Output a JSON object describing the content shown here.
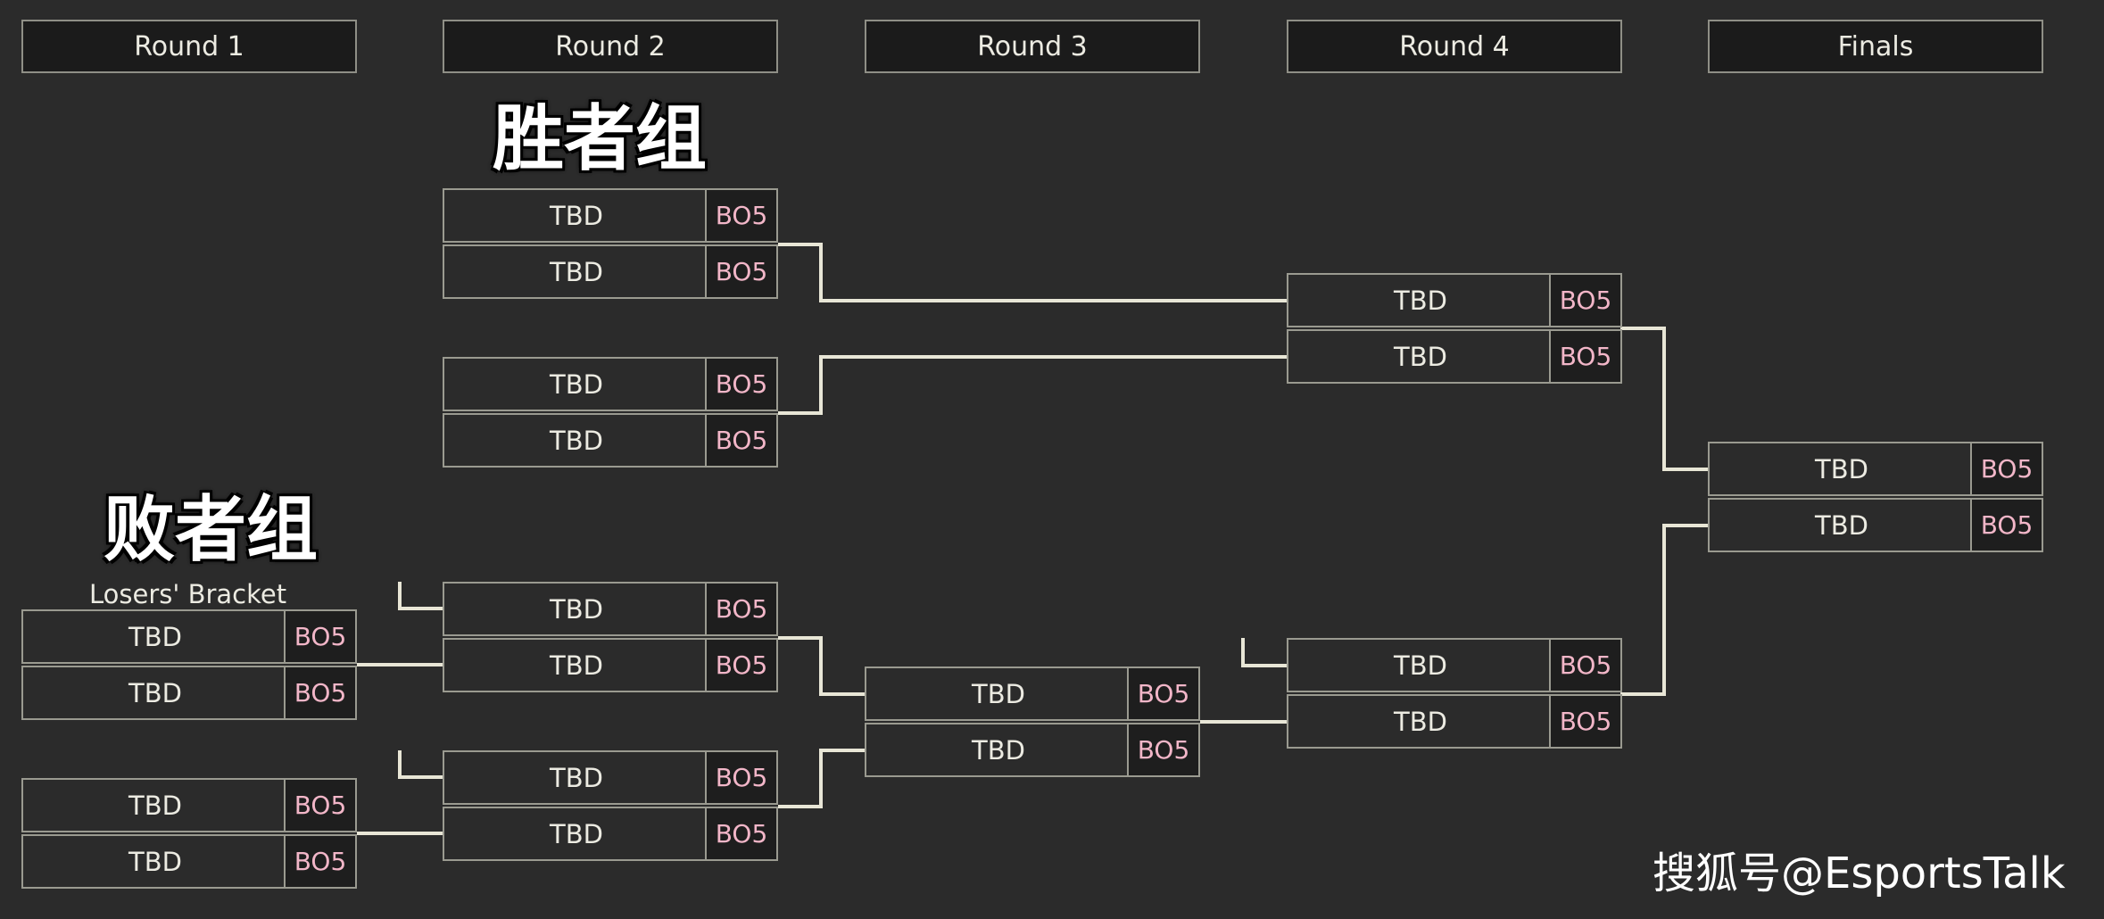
{
  "headers": [
    "Round 1",
    "Round 2",
    "Round 3",
    "Round 4",
    "Finals"
  ],
  "labels": {
    "winners_group": "胜者组",
    "losers_group": "败者组",
    "losers_bracket": "Losers' Bracket",
    "watermark": "搜狐号@EsportsTalk"
  },
  "matches": {
    "winners_r2_m1": {
      "team1": "TBD",
      "team2": "TBD",
      "format1": "BO5",
      "format2": "BO5"
    },
    "winners_r2_m2": {
      "team1": "TBD",
      "team2": "TBD",
      "format1": "BO5",
      "format2": "BO5"
    },
    "winners_r4": {
      "team1": "TBD",
      "team2": "TBD",
      "format1": "BO5",
      "format2": "BO5"
    },
    "finals": {
      "team1": "TBD",
      "team2": "TBD",
      "format1": "BO5",
      "format2": "BO5"
    },
    "losers_r1_m1": {
      "team1": "TBD",
      "team2": "TBD",
      "format1": "BO5",
      "format2": "BO5"
    },
    "losers_r1_m2": {
      "team1": "TBD",
      "team2": "TBD",
      "format1": "BO5",
      "format2": "BO5"
    },
    "losers_r2_m1": {
      "team1": "TBD",
      "team2": "TBD",
      "format1": "BO5",
      "format2": "BO5"
    },
    "losers_r2_m2": {
      "team1": "TBD",
      "team2": "TBD",
      "format1": "BO5",
      "format2": "BO5"
    },
    "losers_r3": {
      "team1": "TBD",
      "team2": "TBD",
      "format1": "BO5",
      "format2": "BO5"
    },
    "losers_r4": {
      "team1": "TBD",
      "team2": "TBD",
      "format1": "BO5",
      "format2": "BO5"
    }
  },
  "colors": {
    "background": "#2b2b2b",
    "connector": "#e8e6d6",
    "format_text": "#f2b6c8",
    "team_text": "#ecebe2"
  }
}
